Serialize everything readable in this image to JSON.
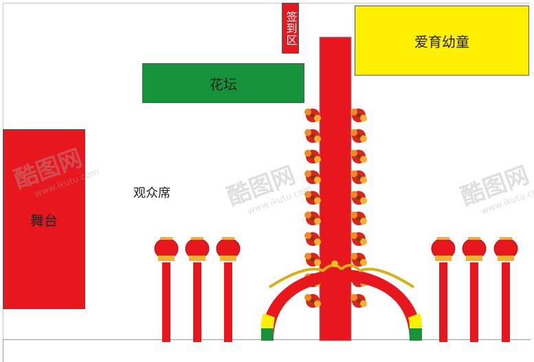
{
  "labels": {
    "stage": "舞台",
    "signin": "签到区",
    "flower_bed": "花坛",
    "kids": "爱育幼童",
    "audience": "观众席"
  },
  "watermark": {
    "brand": "酷图网",
    "url": "www.ikutu.com"
  },
  "colors": {
    "red": "#e8161d",
    "green": "#16923a",
    "yellow": "#ffef00"
  }
}
